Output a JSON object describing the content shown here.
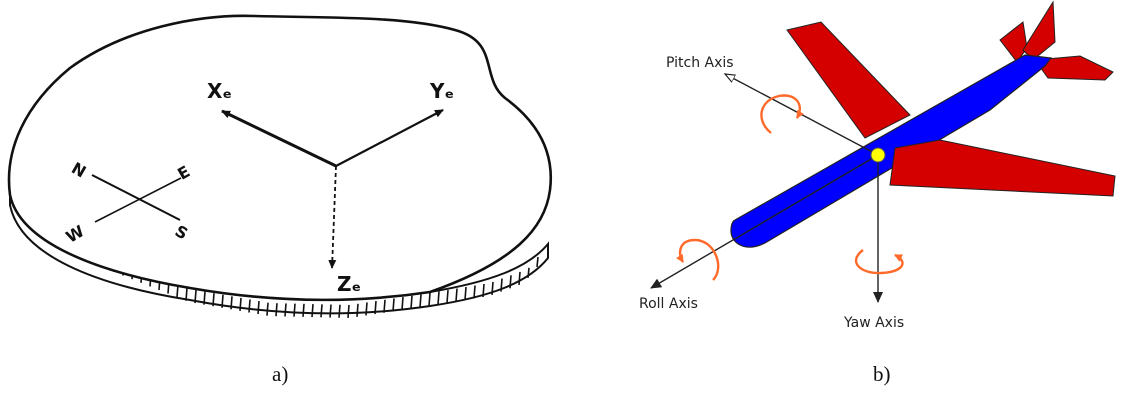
{
  "panel_a": {
    "caption": "a)",
    "axes": {
      "x": "Xₑ",
      "y": "Yₑ",
      "z": "Zₑ"
    },
    "compass": {
      "n": "N",
      "e": "E",
      "s": "S",
      "w": "W"
    }
  },
  "panel_b": {
    "caption": "b)",
    "axes": {
      "pitch": "Pitch Axis",
      "roll": "Roll Axis",
      "yaw": "Yaw Axis"
    },
    "colors": {
      "fuselage": "#0000ff",
      "wing": "#d40000",
      "center": "#ffff00",
      "rotation": "#ff6a2a"
    }
  }
}
